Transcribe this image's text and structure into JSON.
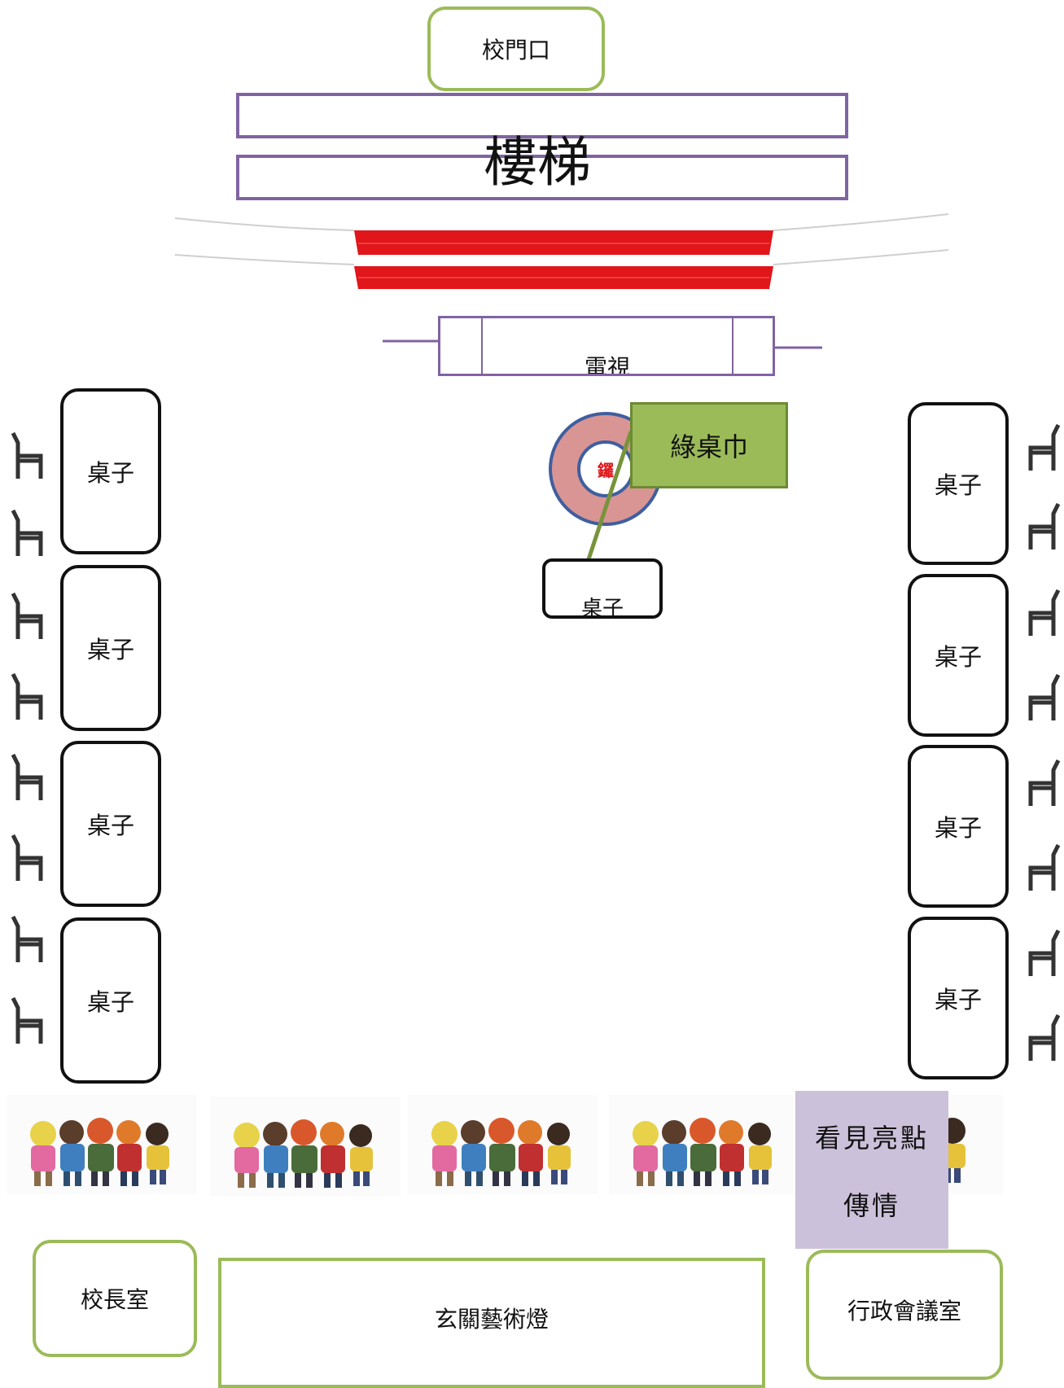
{
  "school_gate": {
    "label": "校門口"
  },
  "stairs": {
    "label": "樓梯"
  },
  "tv": {
    "label": "電視"
  },
  "gong": {
    "label": "鑼"
  },
  "green_tablecloth": {
    "label": "綠桌巾"
  },
  "small_table": {
    "label": "桌子"
  },
  "left_tables": [
    {
      "label": "桌子"
    },
    {
      "label": "桌子"
    },
    {
      "label": "桌子"
    },
    {
      "label": "桌子"
    }
  ],
  "right_tables": [
    {
      "label": "桌子"
    },
    {
      "label": "桌子"
    },
    {
      "label": "桌子"
    },
    {
      "label": "桌子"
    }
  ],
  "highlight_panel": {
    "line1": "看見亮點",
    "line2": "傳情"
  },
  "principal_office": {
    "label": "校長室"
  },
  "entrance_lamp": {
    "label": "玄關藝術燈"
  },
  "meeting_room": {
    "label": "行政會議室"
  },
  "colors": {
    "green_border": "#9bbb59",
    "purple_border": "#8064a2",
    "ribbon_red": "#e0161b",
    "gong_outer": "#d99594",
    "gong_ring": "#3f5f9f",
    "tablecloth_fill": "#9bbb59",
    "highlight_fill": "#ccc1da"
  }
}
